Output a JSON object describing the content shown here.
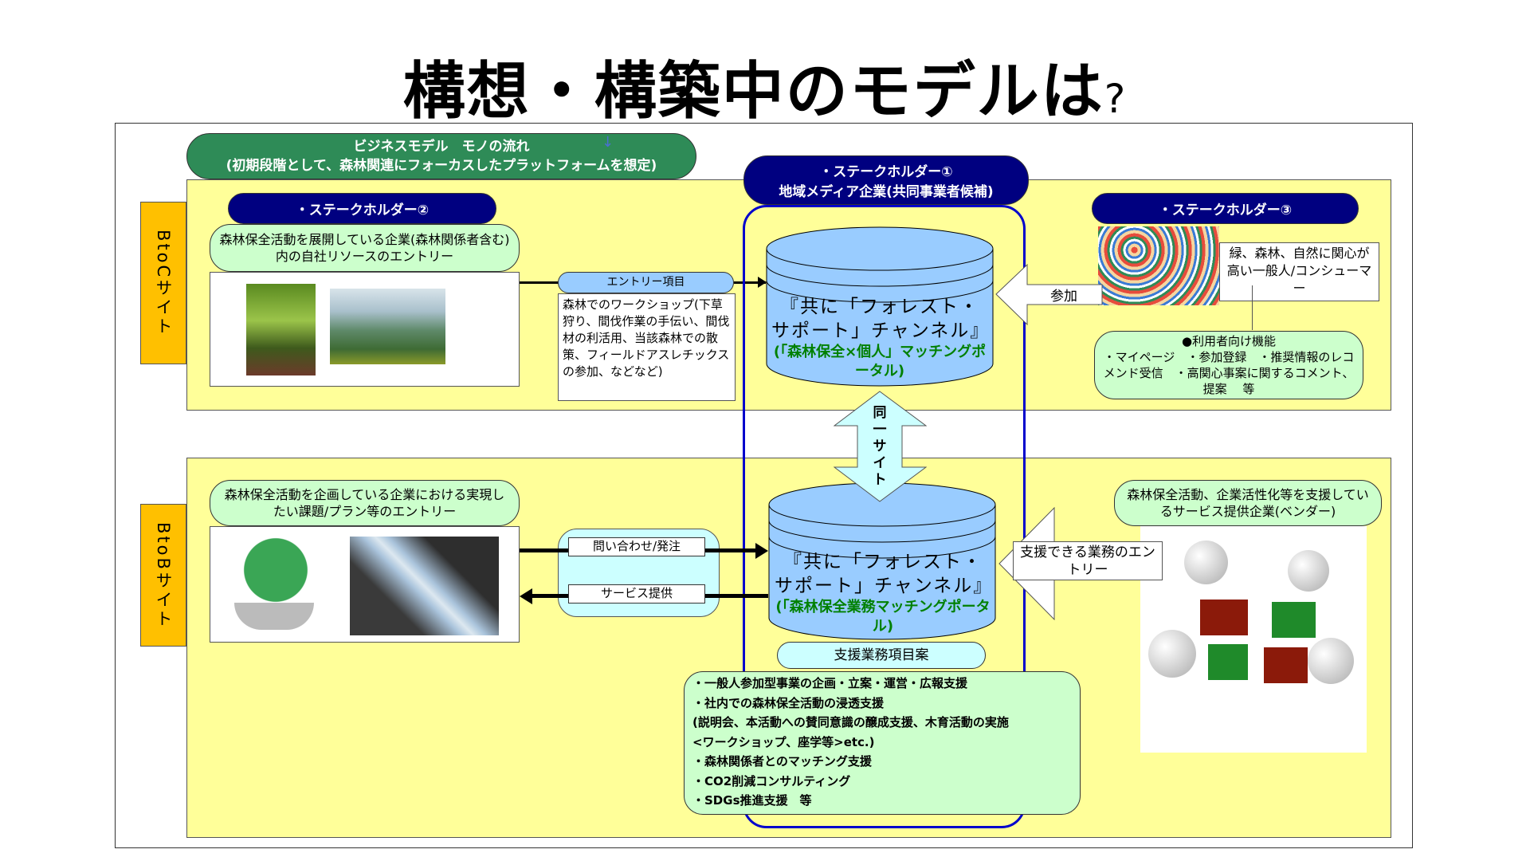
{
  "title": {
    "main": "構想・構築中のモデルは",
    "mark": "?"
  },
  "header": {
    "line1": "ビジネスモデル　モノの流れ",
    "line2": "(初期段階として、森林関連にフォーカスしたプラットフォームを想定)"
  },
  "btoc": {
    "side_label": "BtoCサイト",
    "stakeholder2": "・ステークホルダー②",
    "company_entry": "森林保全活動を展開している企業(森林関係者含む)内の自社リソースのエントリー",
    "entry_label": "エントリー項目",
    "entry_text": "森林でのワークショップ(下草狩り、間伐作業の手伝い、間伐材の利活用、当該森林での散策、フィールドアスレチックスの参加、などなど)",
    "stakeholder1_line1": "・ステークホルダー①",
    "stakeholder1_line2": "地域メディア企業(共同事業者候補)",
    "channel": "『共に「フォレスト・サポート」チャンネル』",
    "portal": "(「森林保全×個人」マッチングポータル)",
    "stakeholder3": "・ステークホルダー③",
    "consumer": "緑、森林、自然に関心が高い一般人/コンシューマー",
    "join": "参加",
    "features_title": "●利用者向け機能",
    "features": "・マイページ　・参加登録　・推奨情報のレコメンド受信　・高関心事案に関するコメント、提案　 等"
  },
  "same_site": "同一サイト",
  "btob": {
    "side_label": "BtoBサイト",
    "company_entry": "森林保全活動を企画している企業における実現したい課題/プラン等のエントリー",
    "inquiry": "問い合わせ/発注",
    "service": "サービス提供",
    "channel": "『共に「フォレスト・サポート」チャンネル』",
    "portal": "(「森林保全業務マッチングポータル)",
    "support_title": "支援業務項目案",
    "support_items": [
      "・一般人参加型事業の企画・立案・運営・広報支援",
      "・社内での森林保全活動の浸透支援",
      "(説明会、本活動への賛同意識の醸成支援、木育活動の実施",
      "<ワークショップ、座学等>etc.)",
      "・森林関係者とのマッチング支援",
      "・CO2削減コンサルティング",
      "・SDGs推進支援　等"
    ],
    "vendor_entry": "支援できる業務のエントリー",
    "vendor": "森林保全活動、企業活性化等を支援しているサービス提供企業(ベンダー)"
  },
  "colors": {
    "yellow": "#ffff99",
    "side": "#ffc000",
    "navy": "#000080",
    "green": "#2e8b57",
    "cylinder": "#99ccff",
    "bubble": "#ccffcc"
  }
}
